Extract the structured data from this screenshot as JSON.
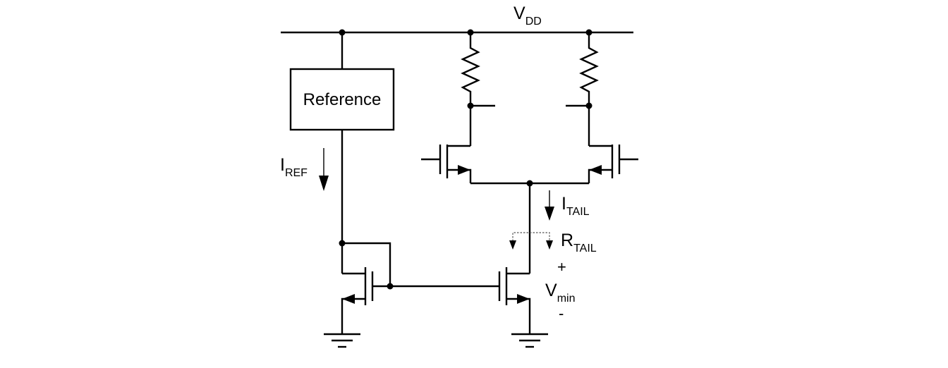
{
  "supply": {
    "main": "V",
    "sub": "DD"
  },
  "reference_block": {
    "label": "Reference"
  },
  "i_ref": {
    "main": "I",
    "sub": "REF"
  },
  "i_tail": {
    "main": "I",
    "sub": "TAIL"
  },
  "r_tail": {
    "main": "R",
    "sub": "TAIL"
  },
  "v_min": {
    "main": "V",
    "sub": "min",
    "plus": "+",
    "minus": "-"
  }
}
